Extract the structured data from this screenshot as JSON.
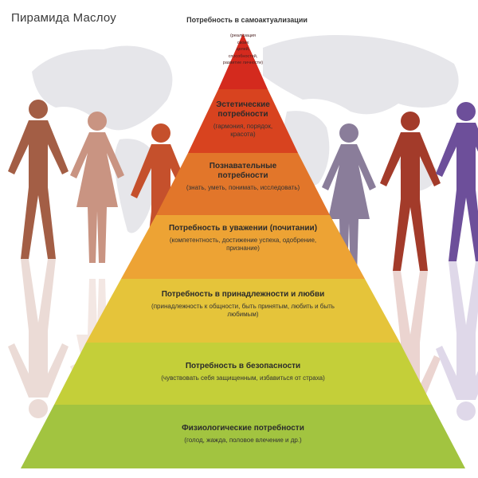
{
  "title": "Пирамида Маслоу",
  "apex": {
    "heading": "Потребность в самоактуализации",
    "items": [
      "(реализация",
      "своих",
      "целей,",
      "способностей,",
      "развитие личности)"
    ],
    "color": "#d42a1e"
  },
  "levels": [
    {
      "heading": "Эстетические потребности",
      "detail": "(гармония, порядок, красота)",
      "color": "#d8431f"
    },
    {
      "heading": "Познавательные потребности",
      "detail": "(знать, уметь, понимать, исследовать)",
      "color": "#e2762a"
    },
    {
      "heading": "Потребность в уважении (почитании)",
      "detail": "(компетентность, достижение успеха, одобрение, признание)",
      "color": "#eda334"
    },
    {
      "heading": "Потребность в принадлежности и любви",
      "detail": "(принадлежность к общности, быть принятым, любить и быть любимым)",
      "color": "#e5c43a"
    },
    {
      "heading": "Потребность в безопасности",
      "detail": "(чувствовать себя защищенным, избавиться от страха)",
      "color": "#c4cf39"
    },
    {
      "heading": "Физиологические потребности",
      "detail": "(голод, жажда, половое влечение и др.)",
      "color": "#a2c440"
    }
  ],
  "figure_colors": [
    "#a35e45",
    "#c99482",
    "#c5502c",
    "#8a7d9a",
    "#a33b2a",
    "#6d4f9a"
  ]
}
